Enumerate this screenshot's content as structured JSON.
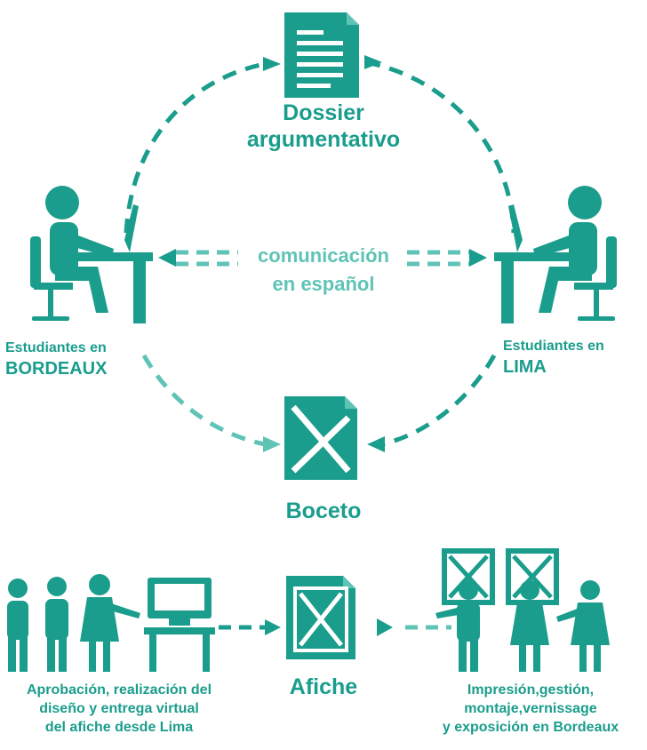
{
  "colors": {
    "primary": "#1a9d8c",
    "light": "#5fc3b6",
    "background": "#ffffff"
  },
  "top": {
    "dossier": {
      "line1": "Dossier",
      "line2": "argumentativo"
    },
    "communication": {
      "line1": "comunicación",
      "line2": "en español"
    },
    "bordeaux": {
      "line1": "Estudiantes en",
      "line2": "BORDEAUX"
    },
    "lima": {
      "line1": "Estudiantes en",
      "line2": "LIMA"
    },
    "boceto": "Boceto"
  },
  "bottom": {
    "left_caption": [
      "Aprobación, realización del",
      "diseño y entrega virtual",
      "del afiche desde Lima"
    ],
    "afiche": "Afiche",
    "right_caption": [
      "Impresión,gestión,",
      "montaje,vernissage",
      "y exposición en Bordeaux"
    ]
  },
  "icons": [
    "document-icon",
    "student-desk-icon",
    "sketch-document-icon",
    "person-icon",
    "computer-icon",
    "framed-poster-icon"
  ]
}
